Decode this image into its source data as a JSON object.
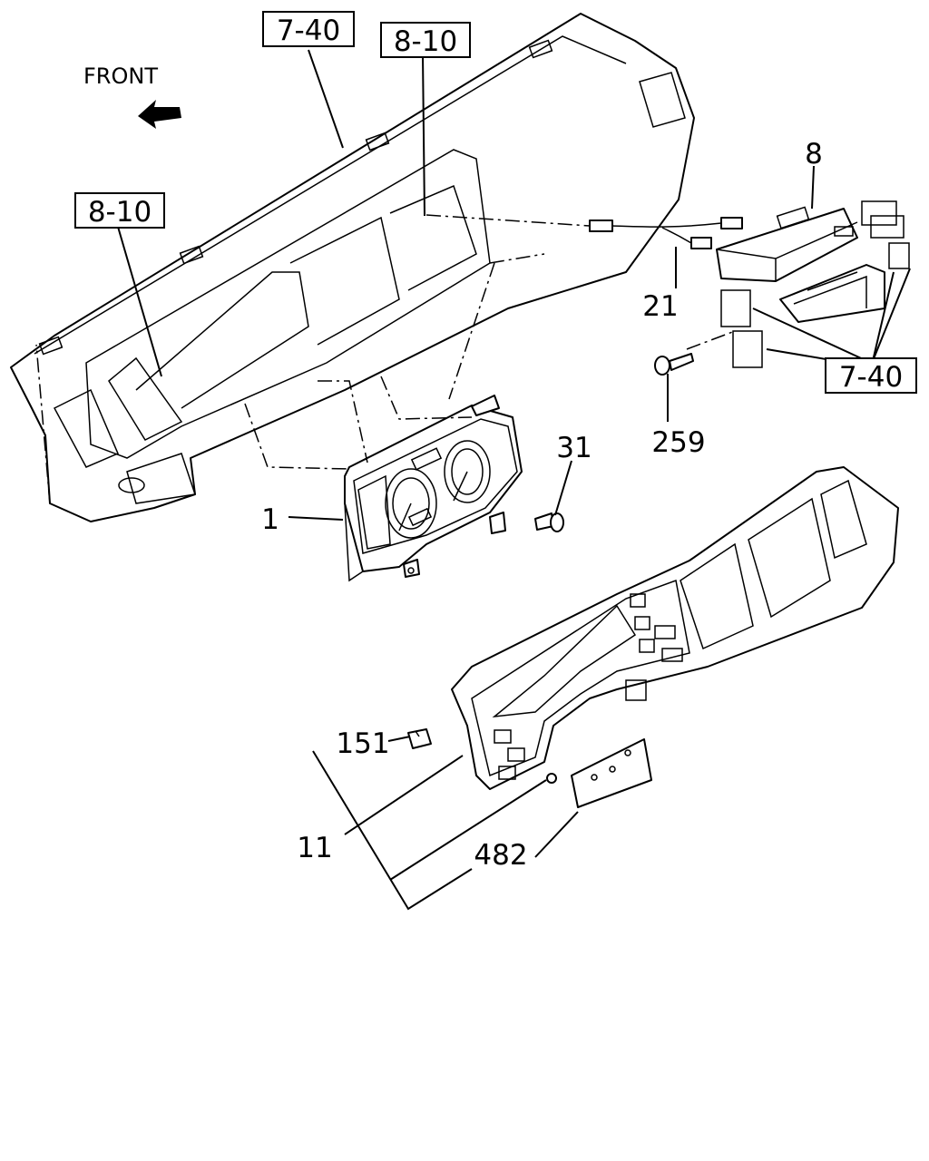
{
  "front_label": "FRONT",
  "refs": {
    "ref_7_40_top": "7-40",
    "ref_8_10_top": "8-10",
    "ref_8_10_left": "8-10",
    "ref_7_40_right": "7-40"
  },
  "callouts": {
    "c1": "1",
    "c8": "8",
    "c11": "11",
    "c21": "21",
    "c31": "31",
    "c151": "151",
    "c259": "259",
    "c482": "482"
  }
}
